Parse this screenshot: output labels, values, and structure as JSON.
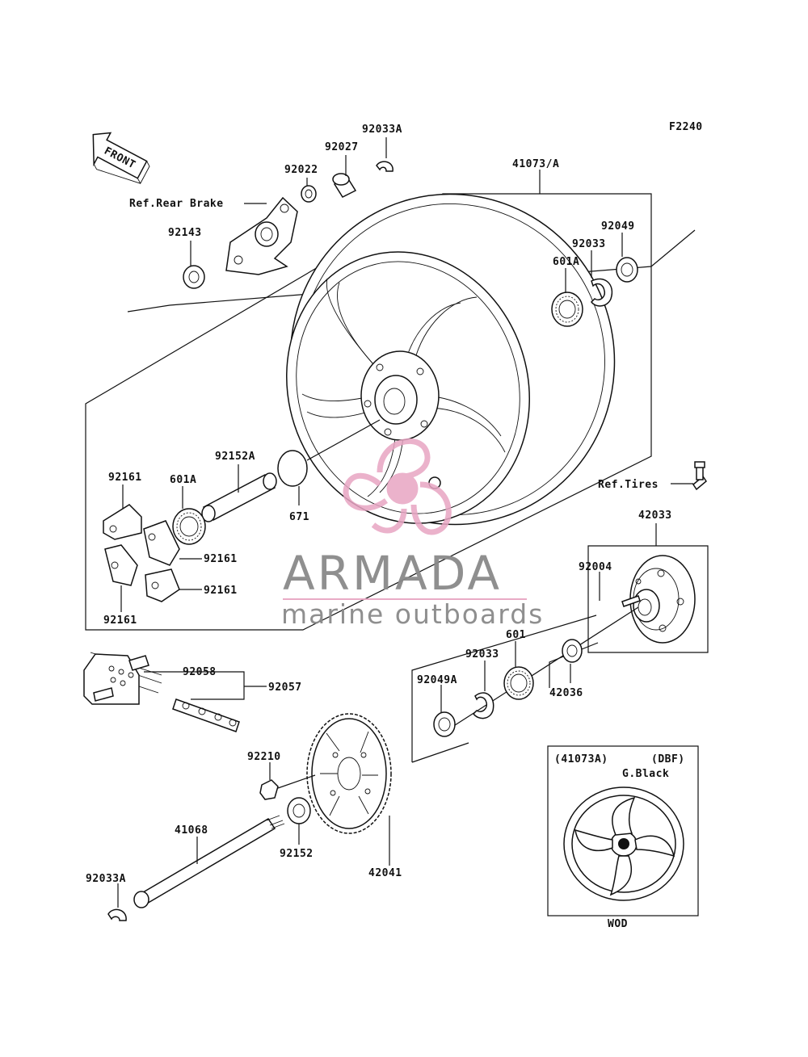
{
  "figure_code": "F2240",
  "front_arrow_label": "FRONT",
  "callouts": {
    "c92033A_top": "92033A",
    "c92027": "92027",
    "c92022": "92022",
    "c41073A": "41073/A",
    "ref_rear_brake": "Ref.Rear Brake",
    "c92143": "92143",
    "c92049": "92049",
    "c92033_top": "92033",
    "c601A_top": "601A",
    "c92161_a": "92161",
    "c601A_left": "601A",
    "c92152A": "92152A",
    "c671": "671",
    "ref_tires": "Ref.Tires",
    "c92161_b": "92161",
    "c92161_c": "92161",
    "c92161_d": "92161",
    "c42033": "42033",
    "c92004": "92004",
    "c92058": "92058",
    "c92057": "92057",
    "c601": "601",
    "c92033_mid": "92033",
    "c92049A": "92049A",
    "c42036": "42036",
    "c92210": "92210",
    "c41068": "41068",
    "c92152": "92152",
    "c42041": "42041",
    "c92033A_bottom": "92033A"
  },
  "inset": {
    "ref": "(41073A)",
    "variant": "(DBF)",
    "color": "G.Black",
    "caption": "WOD"
  },
  "watermark": {
    "brand": "ARMADA",
    "tagline": "marine outboards",
    "accent_color": "#e8a6c4"
  }
}
